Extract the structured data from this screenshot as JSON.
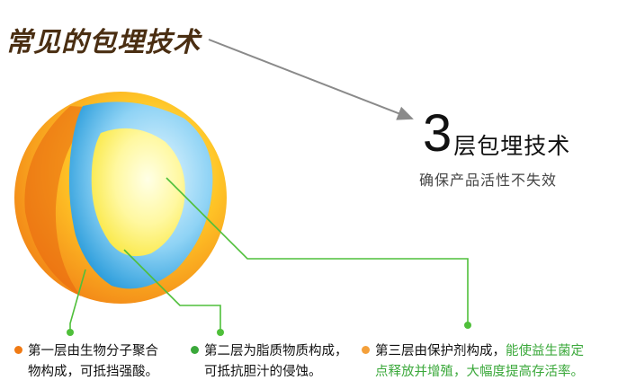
{
  "title": "常见的包埋技术",
  "headline": {
    "number": "3",
    "text": "层包埋技术"
  },
  "subline": "确保产品活性不失效",
  "captions": [
    {
      "line1": "第一层由生物分子聚合",
      "line2": "物构成，可抵挡强酸。"
    },
    {
      "line1": "第二层为脂质物质构成，",
      "line2": "可抵抗胆汁的侵蚀。"
    },
    {
      "line1": "第三层由保护剂构成，",
      "line1_highlight": "能使益生菌定",
      "line2_highlight": "点释放并增殖，大幅度提高存活率。"
    }
  ],
  "colors": {
    "layer1": "#f07a14",
    "layer2": "#2aa3e0",
    "layer3": "#fff24a",
    "leader": "#4fbf3a",
    "arrow": "#8a8a8a",
    "dot1": "#f07a14",
    "dot2": "#3aa83a",
    "dot3": "#f4a03a",
    "highlight": "#3aa83a"
  }
}
